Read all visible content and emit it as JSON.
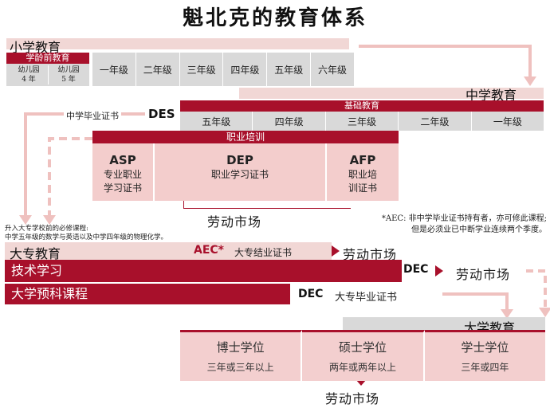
{
  "title": "魁北克的教育体系",
  "primary": {
    "header": "小学教育",
    "preschool": {
      "header": "学龄前教育",
      "items": [
        {
          "name": "幼儿园",
          "age": "4 年"
        },
        {
          "name": "幼儿园",
          "age": "5 年"
        }
      ]
    },
    "grades": [
      "一年级",
      "二年级",
      "三年级",
      "四年级",
      "五年级",
      "六年级"
    ]
  },
  "secondary": {
    "header": "中学教育",
    "basic_header": "基础教育",
    "grades": [
      "五年级",
      "四年级",
      "三年级",
      "二年级",
      "一年级"
    ],
    "des_label": "中学毕业证书",
    "des_code": "DES",
    "vocational_header": "职业培训",
    "programs": [
      {
        "code": "ASP",
        "line1": "专业职业",
        "line2": "学习证书"
      },
      {
        "code": "DEP",
        "line1": "职业学习证书",
        "line2": ""
      },
      {
        "code": "AFP",
        "line1": "职业培",
        "line2": "训证书"
      }
    ],
    "labor_market": "劳动市场"
  },
  "note": {
    "line1": "*AEC: 非中学毕业证书持有者，亦可修此课程;",
    "line2": "但是必须业已中断学业连续两个季度。"
  },
  "college": {
    "prereq_line1": "升入大专学校前的必修课程:",
    "prereq_line2": "中学五年级的数学与英语以及中学四年级的物理化学。",
    "header": "大专教育",
    "aec_code": "AEC*",
    "aec_label": "大专结业证书",
    "labor_market_1": "劳动市场",
    "technical": "技术学习",
    "dec_code_1": "DEC",
    "labor_market_2": "劳动市场",
    "preuniversity": "大学预科课程",
    "dec_code_2": "DEC",
    "dec_label": "大专毕业证书"
  },
  "university": {
    "header": "大学教育",
    "degrees": [
      {
        "name": "博士学位",
        "duration": "三年或三年以上"
      },
      {
        "name": "硕士学位",
        "duration": "两年或两年以上"
      },
      {
        "name": "学士学位",
        "duration": "三年或四年"
      }
    ],
    "labor_market": "劳动市场"
  },
  "colors": {
    "primary_red": "#a8102b",
    "light_pink": "#f1d7d5",
    "box_pink": "#f3cdcc",
    "gray": "#d9d9d9"
  }
}
